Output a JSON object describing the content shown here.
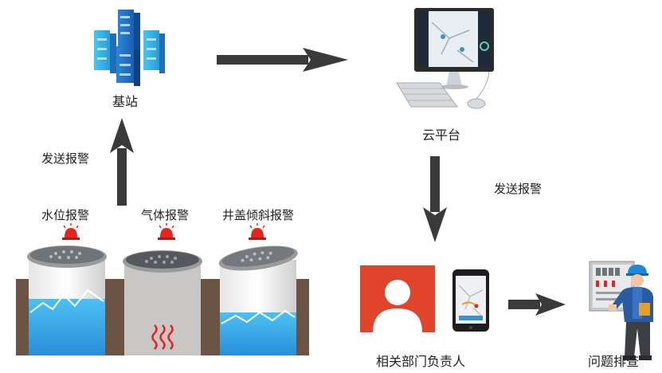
{
  "nodes": {
    "base_station": "基站",
    "cloud_platform": "云平台",
    "responsible_person": "相关部门负责人",
    "troubleshooting": "问题排查"
  },
  "edges": {
    "send_alarm_up": "发送报警",
    "send_alarm_down": "发送报警"
  },
  "alarms": {
    "water_level": "水位报警",
    "gas": "气体报警",
    "cover_tilt": "井盖倾斜报警"
  },
  "colors": {
    "alarm_red": "#e5251b",
    "water_blue": "#2fa6e6",
    "soil_brown": "#6b5444",
    "arrow_dark": "#3a3a3a",
    "contact_red": "#e0452c",
    "server_cyan": "#2bb7e8"
  }
}
